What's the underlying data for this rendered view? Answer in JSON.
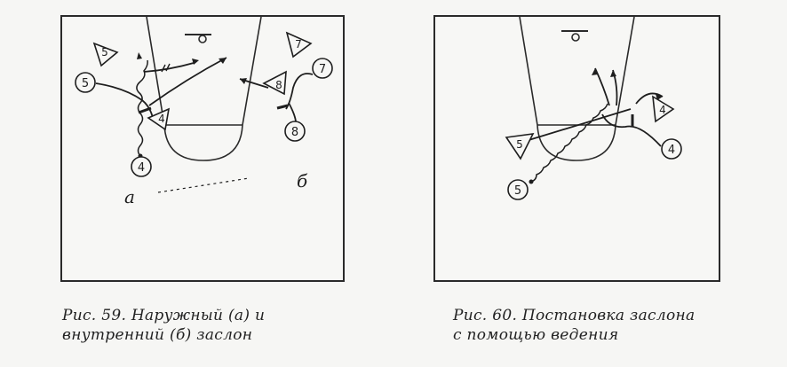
{
  "figure_59": {
    "caption_line1": "Рис. 59. Наружный (а) и",
    "caption_line2": "внутренний (б) заслон",
    "label_a": "а",
    "label_b": "б",
    "players": {
      "attack_5": "5",
      "attack_4": "4",
      "attack_7": "7",
      "attack_8": "8",
      "defense_5": "5",
      "defense_4": "4",
      "defense_7": "7",
      "defense_8": "8"
    }
  },
  "figure_60": {
    "caption_line1": "Рис. 60. Постановка заслона",
    "caption_line2": "с помощью ведения",
    "players": {
      "attack_4": "4",
      "attack_5": "5",
      "defense_4": "4",
      "defense_5": "5"
    }
  }
}
